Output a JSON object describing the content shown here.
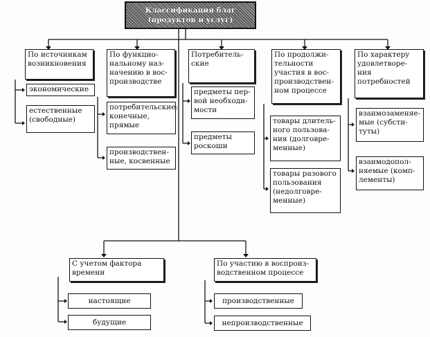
{
  "title": "Классификация благ\n(продуктов и услуг)",
  "categories": {
    "source": "По источникам\nвозникновения",
    "functional": "По функцио-\nнальному наз-\nначению в вос-\nпроизводстве",
    "consumer": "Потребитель-\nские",
    "duration": "По продолжи-\nтельности\nучастия в вос-\nпроизводствен-\nном процессе",
    "character": "По характеру\nудовлетворе-\nния потребностей",
    "time": "С учетом фактора\nвремени",
    "participation": "По участию в воспроиз-\nводственном процессе"
  },
  "items": {
    "economic": "экономические",
    "natural": "естественные\n(свободные)",
    "consumer_final": "потребительские:\nконечные,\nпрямые",
    "production_indirect": "производствен-\nные, косвенные",
    "first_necessity": "предметы пер-\nвой необходи-\nмости",
    "luxury": "предметы\nроскоши",
    "long_term": "товары длитель-\nного пользова-\nния (долговре-\nменные)",
    "single_use": "товары разового\nпользования\n(недолговре-\nменные)",
    "substitutes": "взаимозаменяе-\nмые (субсти-\nтуты)",
    "complements": "взаимодопол-\nняемые (комп-\nлементы)",
    "present": "настоящие",
    "future": "будущие",
    "productive": "производственные",
    "nonproductive": "непроизводственные"
  }
}
